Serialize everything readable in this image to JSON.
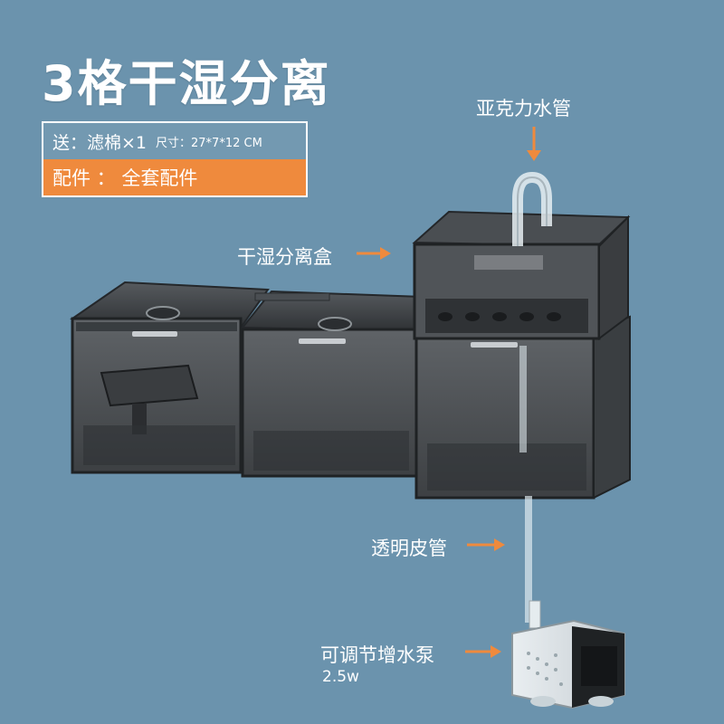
{
  "title": "3格干湿分离",
  "spec": {
    "included": "送：滤棉×1",
    "size": "尺寸：27*7*12 CM",
    "accessories": "配件 ： 全套配件"
  },
  "labels": {
    "acrylic_tube": "亚克力水管",
    "separation_box": "干湿分离盒",
    "clear_hose": "透明皮管",
    "pump": "可调节增水泵",
    "pump_power": "2.5w"
  },
  "colors": {
    "background": "#6b93ad",
    "accent": "#ef8a3d",
    "text": "#ffffff"
  }
}
